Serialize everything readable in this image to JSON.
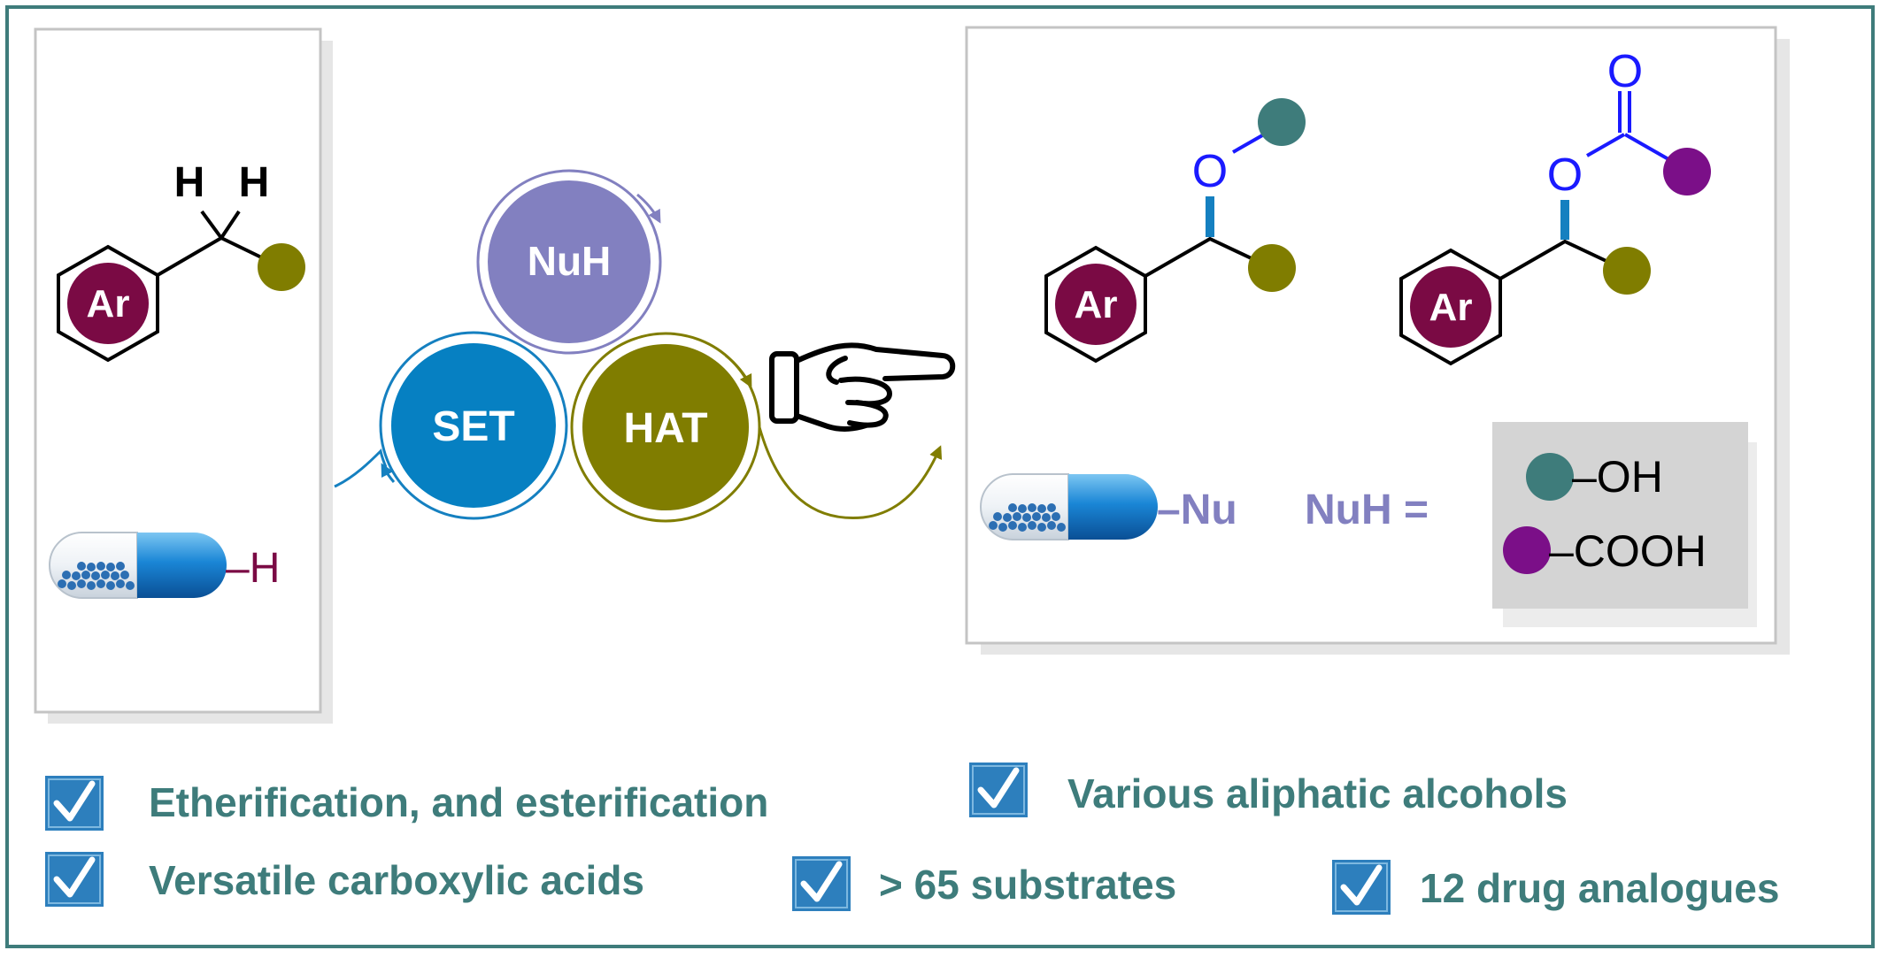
{
  "colors": {
    "teal": "#3e7c7b",
    "maroon": "#7a0a44",
    "olive": "#807d00",
    "purple": "#7b0f88",
    "nuh_purple": "#8280c0",
    "set_blue": "#0680c2",
    "oxygen_blue": "#1a1aff",
    "gray_panel": "#d4d4d4"
  },
  "substrate": {
    "ar_label": "Ar",
    "h_left": "H",
    "h_right": "H",
    "drug_suffix": "–H"
  },
  "catalysis": {
    "nuh": "NuH",
    "set": "SET",
    "hat": "HAT",
    "pointer_icon": "pointing-hand-icon"
  },
  "products": {
    "ether_ar": "Ar",
    "ether_o": "O",
    "ester_ar": "Ar",
    "ester_o": "O",
    "ester_carbonyl_o": "O",
    "drug_suffix": "–Nu",
    "nuh_label": "NuH =",
    "alcohol": "–OH",
    "acid": "–COOH"
  },
  "features": [
    "Etherification, and esterification",
    "Various aliphatic alcohols",
    "Versatile carboxylic acids",
    "> 65 substrates",
    "12 drug analogues"
  ],
  "checkbox_icon": "checkbox-checked-icon"
}
